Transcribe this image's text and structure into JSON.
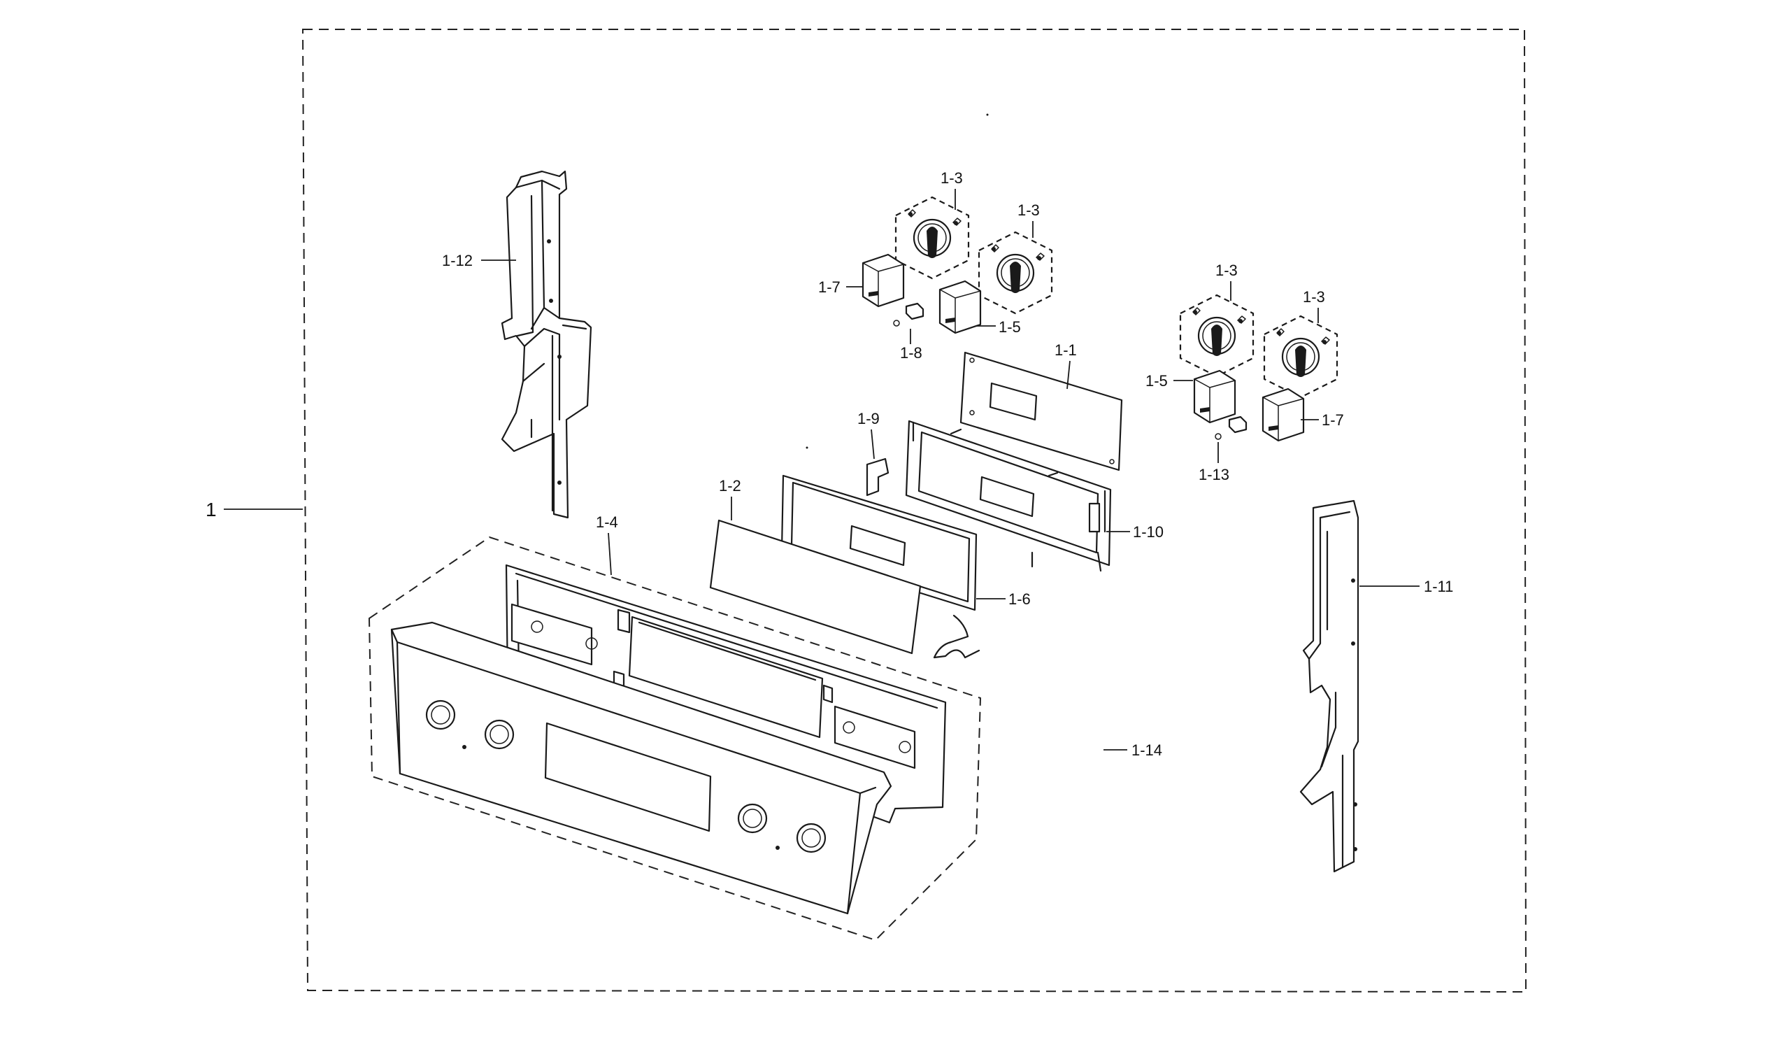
{
  "diagram": {
    "labels": {
      "assembly": "1",
      "p1_1": "1-1",
      "p1_2": "1-2",
      "p1_3a": "1-3",
      "p1_3b": "1-3",
      "p1_3c": "1-3",
      "p1_3d": "1-3",
      "p1_4": "1-4",
      "p1_5a": "1-5",
      "p1_5b": "1-5",
      "p1_6": "1-6",
      "p1_7a": "1-7",
      "p1_7b": "1-7",
      "p1_8": "1-8",
      "p1_9": "1-9",
      "p1_10": "1-10",
      "p1_11": "1-11",
      "p1_12": "1-12",
      "p1_13": "1-13",
      "p1_14": "1-14"
    },
    "icons": [
      "control-knob-icon",
      "knob-bracket-icon",
      "clip-icon"
    ]
  }
}
